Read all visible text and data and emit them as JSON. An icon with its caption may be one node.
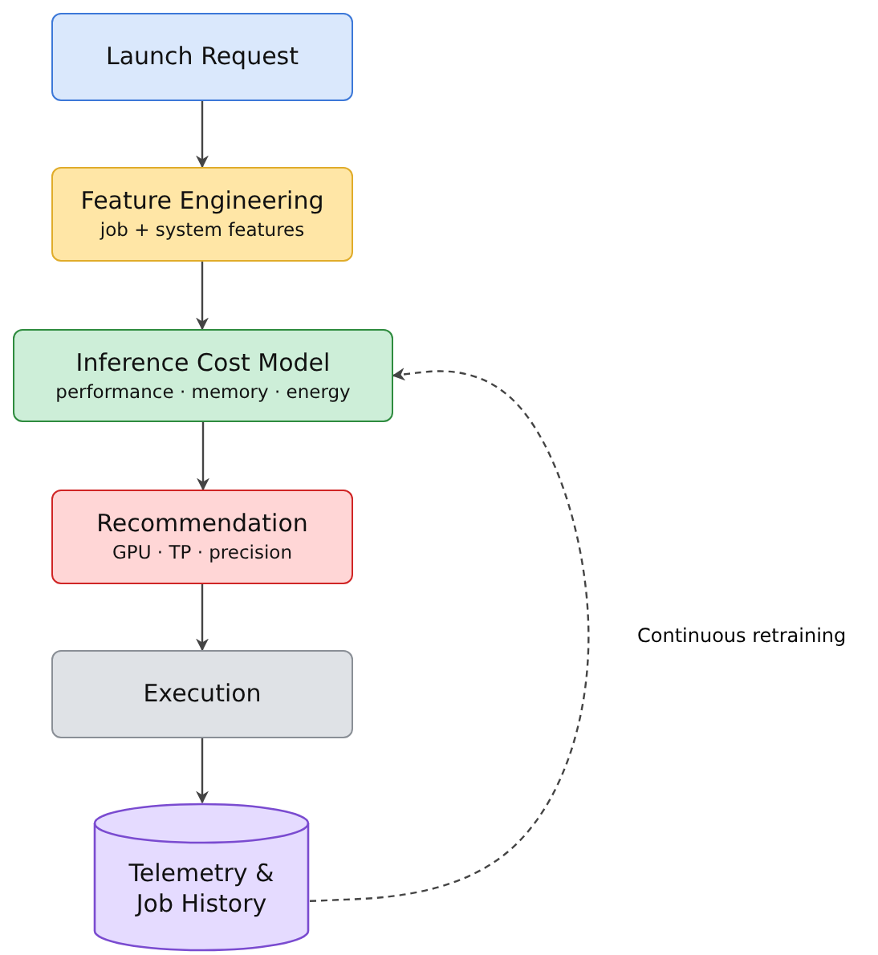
{
  "diagram": {
    "nodes": [
      {
        "text": [
          "Launch Request"
        ]
      },
      {
        "text": [
          "Feature Engineering",
          "job + system features"
        ]
      },
      {
        "text": [
          "Inference Cost Model",
          "performance · memory · energy"
        ]
      },
      {
        "text": [
          "Recommendation",
          "GPU · TP · precision"
        ]
      },
      {
        "text": [
          "Execution"
        ]
      },
      {
        "text": [
          "Telemetry & Job History"
        ]
      }
    ],
    "edges": [
      {
        "from": 0,
        "to": 1,
        "arrow": "to"
      },
      {
        "from": 1,
        "to": 2,
        "arrow": "to"
      },
      {
        "from": 2,
        "to": 3,
        "arrow": "to"
      },
      {
        "from": 3,
        "to": 4,
        "arrow": "to"
      },
      {
        "from": 4,
        "to": 5,
        "arrow": "to"
      },
      {
        "from": 5,
        "to": 2,
        "arrow": "to",
        "style": "dashed",
        "label": "Continuous retraining"
      }
    ]
  }
}
